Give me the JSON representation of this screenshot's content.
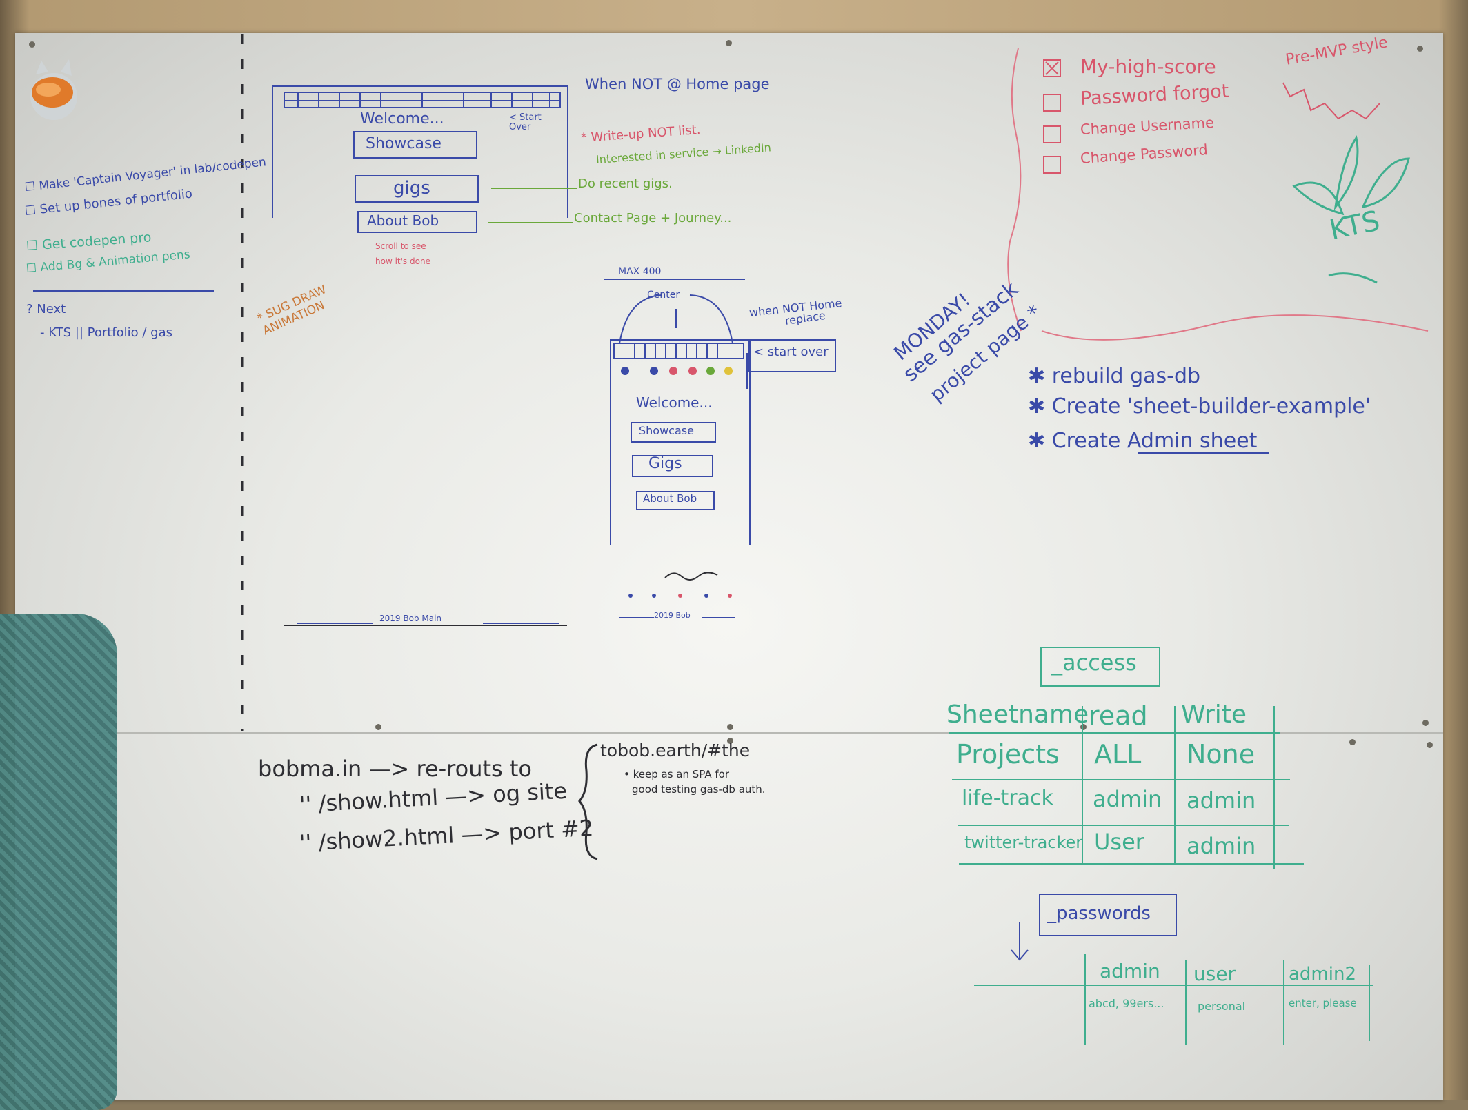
{
  "left_notes": {
    "todo": [
      "Make 'Captain Voyager' in lab/codepen",
      "Set up bones of portfolio",
      "Get codepen pro",
      "Add Bg & Animation pens"
    ],
    "next_label": "? Next",
    "next_item": "- KTS  ||  Portfolio / gas",
    "sug_draw": "* SUG DRAW ANIMATION"
  },
  "desktop_wireframe": {
    "welcome": "Welcome...",
    "showcase": "Showcase",
    "gigs": "gigs",
    "about": "About Bob",
    "start_over": "< Start Over",
    "scroll_note": "Scroll to see",
    "scroll_note2": "how it's done",
    "footer": "2019  Bob Main"
  },
  "desktop_notes": {
    "when_not_home": "When NOT @ Home page",
    "write_up": "* Write-up NOT list.",
    "write_up2": "Interested in service → LinkedIn",
    "gigs_arrow": "Do recent gigs.",
    "about_arrow": "Contact Page + Journey..."
  },
  "mobile_wireframe": {
    "max": "MAX 400",
    "center": "Center",
    "when_not_home": "when NOT Home",
    "replace": "replace",
    "start_over": "< start over",
    "welcome": "Welcome...",
    "showcase": "Showcase",
    "gigs": "Gigs",
    "about": "About Bob",
    "footer": "2019 Bob"
  },
  "pre_mvp": {
    "items": [
      "My-high-score",
      "Password forgot",
      "Change Username",
      "Change Password"
    ],
    "label": "Pre-MVP style",
    "logo_text": "KTS"
  },
  "monday": {
    "heading": "MONDAY!",
    "see": "see gas-stack",
    "project_page": "project page *",
    "tasks": [
      "rebuild gas-db",
      "Create 'sheet-builder-example'",
      "Create Admin sheet"
    ]
  },
  "access_table": {
    "title": "_access",
    "headers": [
      "Sheetname",
      "read",
      "Write"
    ],
    "rows": [
      [
        "Projects",
        "ALL",
        "None"
      ],
      [
        "life-track",
        "admin",
        "admin"
      ],
      [
        "twitter-tracker",
        "User",
        "admin"
      ]
    ]
  },
  "passwords_table": {
    "title": "_passwords",
    "headers": [
      "admin",
      "user",
      "admin2"
    ],
    "values": [
      "abcd, 99ers...",
      "personal",
      "enter, please"
    ]
  },
  "routes": {
    "line1": "bobma.in  —> re-routs to",
    "line2": "''    /show.html  —> og site",
    "line3": "''    /show2.html  —> port #2",
    "brace_note1": "tobob.earth/#the",
    "brace_note2": "• keep as an SPA for",
    "brace_note3": "good testing gas-db auth."
  }
}
